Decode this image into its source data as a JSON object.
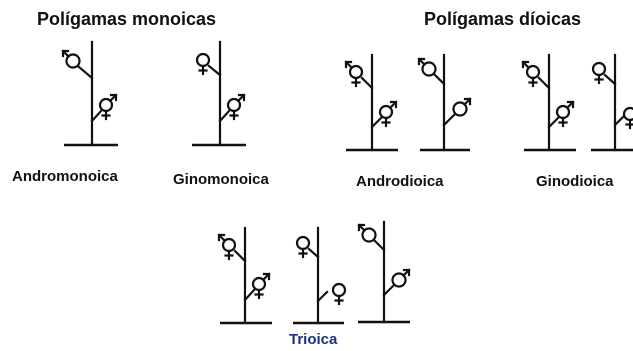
{
  "colors": {
    "ink": "#111111",
    "accent_label": "#1d2f86"
  },
  "headers": {
    "monoicas": "Polígamas monoicas",
    "dioicas": "Polígamas díoicas"
  },
  "labels": {
    "andromonoica": "Andromonoica",
    "ginomonoica": "Ginomonoica",
    "androdioica": "Androdioica",
    "ginodioica": "Ginodioica",
    "trioica": "Trioica"
  },
  "symbols": {
    "male_female": "hermaphrodite-symbol",
    "male": "male-symbol",
    "female": "female-symbol"
  }
}
